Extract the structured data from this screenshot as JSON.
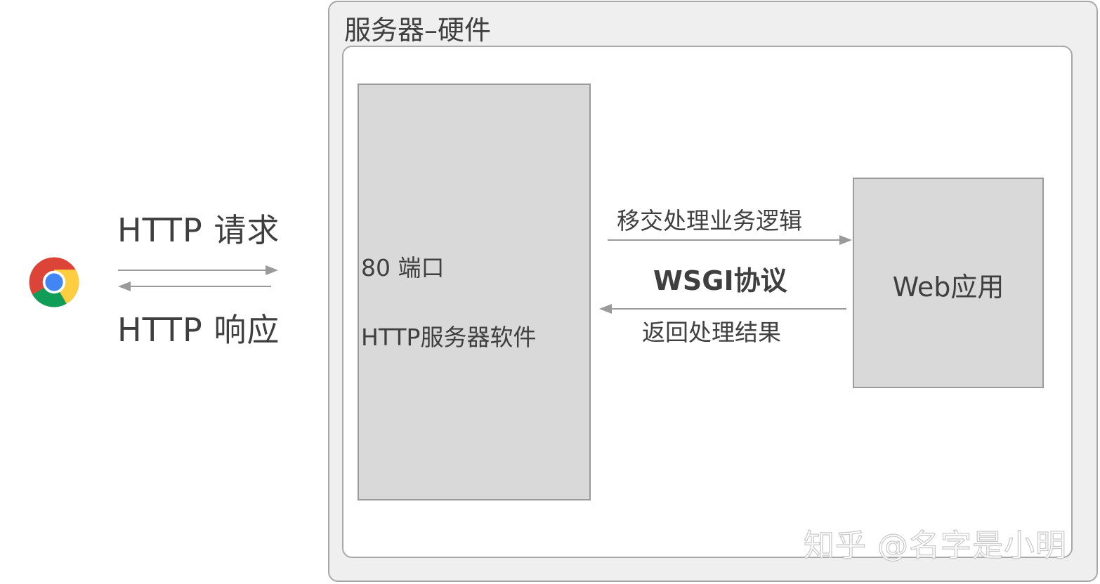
{
  "browser": {
    "icon": "chrome-browser-icon"
  },
  "client": {
    "request_label": "HTTP 请求",
    "response_label": "HTTP 响应"
  },
  "server": {
    "title": "服务器–硬件",
    "http_server": {
      "port_label": "80 端口",
      "software_label": "HTTP服务器软件"
    },
    "web_app": {
      "label": "Web应用"
    },
    "forward_label": "移交处理业务逻辑",
    "protocol_label": "WSGI协议",
    "return_label": "返回处理结果"
  },
  "watermark": "知乎 @名字是小明",
  "colors": {
    "box_fill": "#d9d9d9",
    "outer_fill": "#efefef",
    "border": "#a8a8a8",
    "arrow": "#9a9a9a",
    "text": "#3f3f3f"
  }
}
